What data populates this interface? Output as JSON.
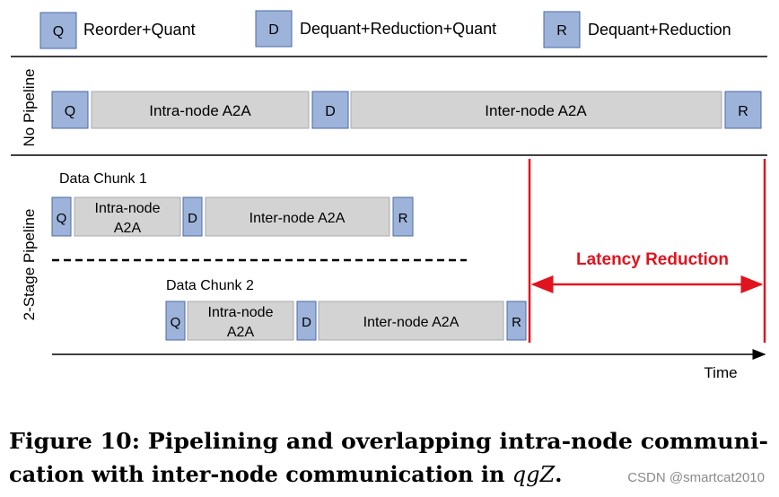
{
  "legend": [
    {
      "key": "Q",
      "label": "Reorder+Quant"
    },
    {
      "key": "D",
      "label": "Dequant+Reduction+Quant"
    },
    {
      "key": "R",
      "label": "Dequant+Reduction"
    }
  ],
  "rows": {
    "no_pipeline": {
      "label": "No Pipeline",
      "blocks": [
        {
          "text": "Q",
          "kind": "op"
        },
        {
          "text": "Intra-node A2A",
          "kind": "comm"
        },
        {
          "text": "D",
          "kind": "op"
        },
        {
          "text": "Inter-node A2A",
          "kind": "comm"
        },
        {
          "text": "R",
          "kind": "op"
        }
      ]
    },
    "two_stage": {
      "label": "2-Stage Pipeline",
      "chunk1": {
        "title": "Data Chunk 1",
        "blocks": [
          {
            "text": "Q",
            "kind": "op"
          },
          {
            "line1": "Intra-node",
            "line2": "A2A",
            "kind": "comm"
          },
          {
            "text": "D",
            "kind": "op"
          },
          {
            "text": "Inter-node A2A",
            "kind": "comm"
          },
          {
            "text": "R",
            "kind": "op"
          }
        ]
      },
      "chunk2": {
        "title": "Data Chunk 2",
        "blocks": [
          {
            "text": "Q",
            "kind": "op"
          },
          {
            "line1": "Intra-node",
            "line2": "A2A",
            "kind": "comm"
          },
          {
            "text": "D",
            "kind": "op"
          },
          {
            "text": "Inter-node A2A",
            "kind": "comm"
          },
          {
            "text": "R",
            "kind": "op"
          }
        ]
      }
    }
  },
  "annotation": {
    "text": "Latency Reduction",
    "color": "#e0141e"
  },
  "axis": {
    "label": "Time"
  },
  "caption": {
    "line1": "Figure 10: Pipelining and overlapping intra-node communi-",
    "line2_text": "cation with inter-node communication in ",
    "line2_math": "qgZ",
    "line2_end": "."
  },
  "watermark": "CSDN @smartcat2010",
  "colors": {
    "op_fill": "#9db3d9",
    "op_stroke": "#4a6aa5",
    "comm_fill": "#d3d3d3",
    "comm_stroke": "#a9a9a9",
    "rule": "#000000"
  }
}
